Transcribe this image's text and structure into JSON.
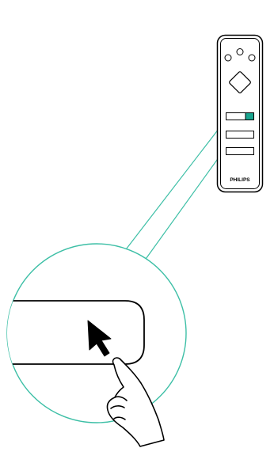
{
  "remote": {
    "brand": "PHILIPS",
    "highlighted_button": "first-function-button",
    "highlight_color": "#1aa58f"
  },
  "callout": {
    "line_color": "#3dbfa6",
    "shows": "enlarged-button-with-cursor-and-finger-press"
  },
  "icons": [
    "cursor-arrow-icon",
    "pointing-finger-icon"
  ]
}
